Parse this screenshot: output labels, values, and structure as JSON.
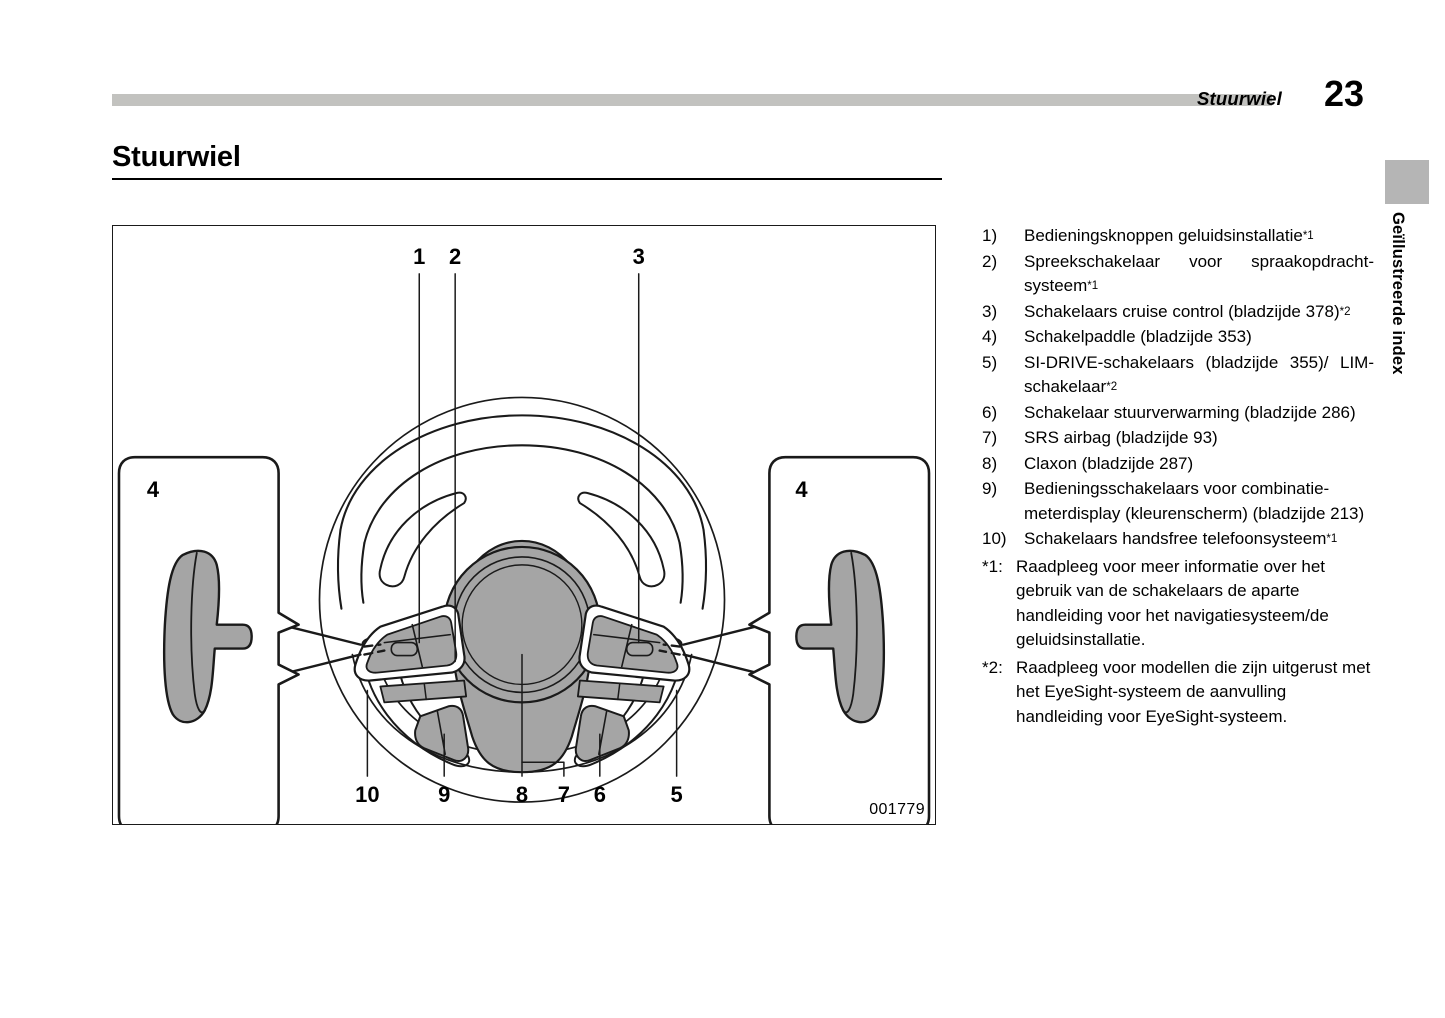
{
  "header": {
    "chapter": "Stuurwiel",
    "page_number": "23"
  },
  "section": {
    "title": "Stuurwiel"
  },
  "side_index": {
    "label": "Geïllustreerde index"
  },
  "figure": {
    "id": "001779",
    "callouts_top": [
      "1",
      "2",
      "3"
    ],
    "callouts_bottom": [
      "10",
      "9",
      "8",
      "7",
      "6",
      "5"
    ],
    "inset_left_label": "4",
    "inset_right_label": "4",
    "colors": {
      "line": "#1a1a1a",
      "fill_gray": "#a5a5a5",
      "fill_light": "#ffffff"
    }
  },
  "legend": {
    "items": [
      {
        "num": "1)",
        "text": "Bedieningsknoppen geluidsinstallatie",
        "note": "*1"
      },
      {
        "num": "2)",
        "text": "Spreekschakelaar voor spraakopdracht-systeem",
        "note": "*1"
      },
      {
        "num": "3)",
        "text": "Schakelaars cruise control (bladzijde 378)",
        "note": "*2"
      },
      {
        "num": "4)",
        "text": "Schakelpaddle (bladzijde 353)",
        "note": ""
      },
      {
        "num": "5)",
        "text": "SI-DRIVE-schakelaars (bladzijde 355)/ LIM-schakelaar",
        "note": "*2"
      },
      {
        "num": "6)",
        "text": "Schakelaar stuurverwarming (bladzijde 286)",
        "note": ""
      },
      {
        "num": "7)",
        "text": "SRS airbag (bladzijde 93)",
        "note": ""
      },
      {
        "num": "8)",
        "text": "Claxon (bladzijde 287)",
        "note": ""
      },
      {
        "num": "9)",
        "text": "Bedieningsschakelaars voor combinatie-meterdisplay (kleurenscherm) (bladzijde 213)",
        "note": ""
      },
      {
        "num": "10)",
        "text": "Schakelaars handsfree telefoonsysteem",
        "note": "*1"
      }
    ],
    "footnotes": [
      {
        "mark": "*1:",
        "text": "Raadpleeg voor meer informatie over het gebruik van de schakelaars de aparte handleiding voor het navigatiesysteem/de geluidsinstallatie."
      },
      {
        "mark": "*2:",
        "text": "Raadpleeg voor modellen die zijn uitgerust met het EyeSight-systeem de aanvulling handleiding voor EyeSight-systeem."
      }
    ]
  }
}
